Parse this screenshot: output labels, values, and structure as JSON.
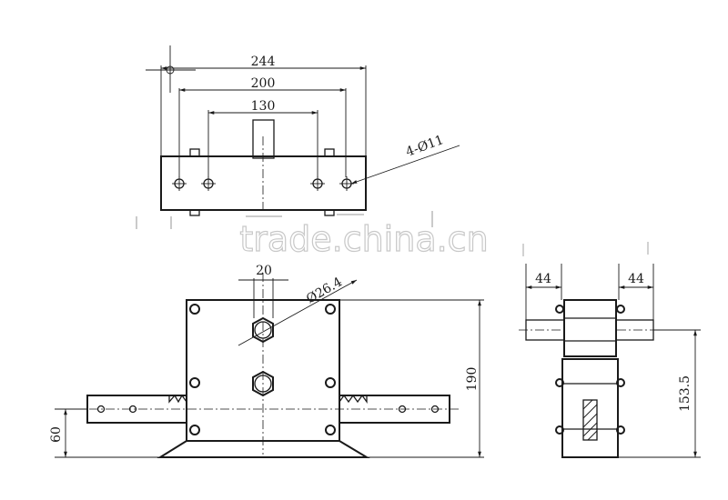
{
  "watermark": "trade.china.cn",
  "top_view": {
    "dimensions": [
      "244",
      "200",
      "130"
    ],
    "hole_label": "4-Ø11"
  },
  "front_view": {
    "width_label": "20",
    "diameter_label": "Ø26.4",
    "height_label": "190",
    "foot_label": "60"
  },
  "side_view": {
    "left_label": "44",
    "right_label": "44",
    "height_label": "153.5"
  }
}
